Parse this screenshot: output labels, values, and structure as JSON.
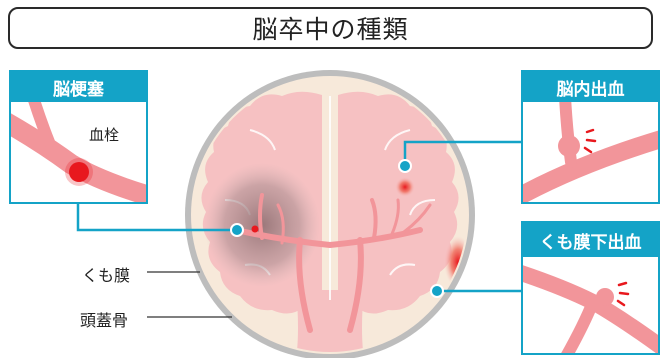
{
  "title": "脳卒中の種類",
  "panels": {
    "infarct": {
      "label": "脳梗塞",
      "sublabel": "血栓"
    },
    "hemorrhage": {
      "label": "脳内出血"
    },
    "subarachnoid": {
      "label": "くも膜下出血"
    }
  },
  "brain_labels": {
    "arachnoid": "くも膜",
    "skull": "頭蓋骨"
  },
  "colors": {
    "accent": "#14a3c7",
    "vessel": "#f2959a",
    "clot": "#e8191e",
    "brain": "#f6c1c2",
    "skull_ring": "#bdbdbd",
    "dura": "#f7e9da"
  }
}
